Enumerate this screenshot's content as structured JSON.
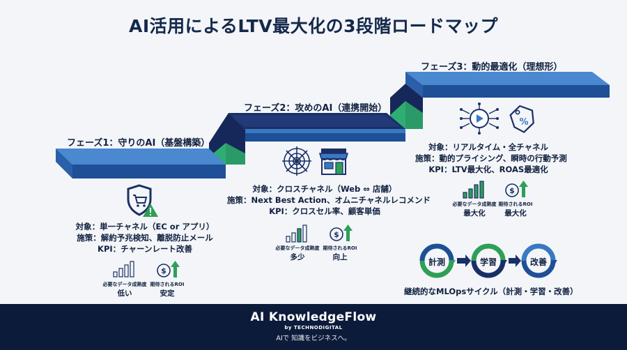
{
  "title": "AI活用によるLTV最大化の3段階ロードマップ",
  "colors": {
    "stair_top": "#3a78c2",
    "stair_front": "#1f4f96",
    "stair_dark": "#16285a",
    "riser_green": "#2fae73",
    "accent_green": "#2e9f57",
    "navy": "#0d1b3a"
  },
  "phases": [
    {
      "title": "フェーズ1：守りのAI（基盤構築）",
      "icon": "cart-warning-shield-icon",
      "lines": [
        "対象：単一チャネル（EC or アプリ）",
        "施策：解約予兆検知、離脱防止メール",
        "KPI：チャーンレート改善"
      ],
      "maturity_label": "必要なデータ成熟度",
      "maturity_value": "低い",
      "maturity_level": 0.25,
      "roi_label": "期待されるROI",
      "roi_value": "安定"
    },
    {
      "title": "フェーズ2：攻めのAI（連携開始）",
      "icons": [
        "network-web-icon",
        "store-icon"
      ],
      "lines": [
        "対象：クロスチャネル（Web ⇔ 店舗）",
        "施策：Next Best Action、オムニチャネルレコメンド",
        "KPI：クロスセル率、顧客単価"
      ],
      "maturity_label": "必要なデータ成熟度",
      "maturity_value": "多少",
      "maturity_level": 0.5,
      "roi_label": "期待されるROI",
      "roi_value": "向上"
    },
    {
      "title": "フェーズ3：動的最適化（理想形）",
      "icons": [
        "ai-chip-play-icon",
        "price-tag-icon"
      ],
      "lines": [
        "対象：リアルタイム・全チャネル",
        "施策：動的プライシング、瞬時の行動予測",
        "KPI：LTV最大化、ROAS最適化"
      ],
      "maturity_label": "必要なデータ成熟度",
      "maturity_value": "最大化",
      "maturity_level": 1.0,
      "roi_label": "期待されるROI",
      "roi_value": "最大化"
    }
  ],
  "cycle": {
    "steps": [
      "計測",
      "学習",
      "改善"
    ],
    "caption": "継続的なMLOpsサイクル（計測・学習・改善）"
  },
  "footer": {
    "brand": "AI KnowledgeFlow",
    "by": "by TECHNODIGITAL",
    "tagline": "AIで 知識をビジネスへ。"
  }
}
